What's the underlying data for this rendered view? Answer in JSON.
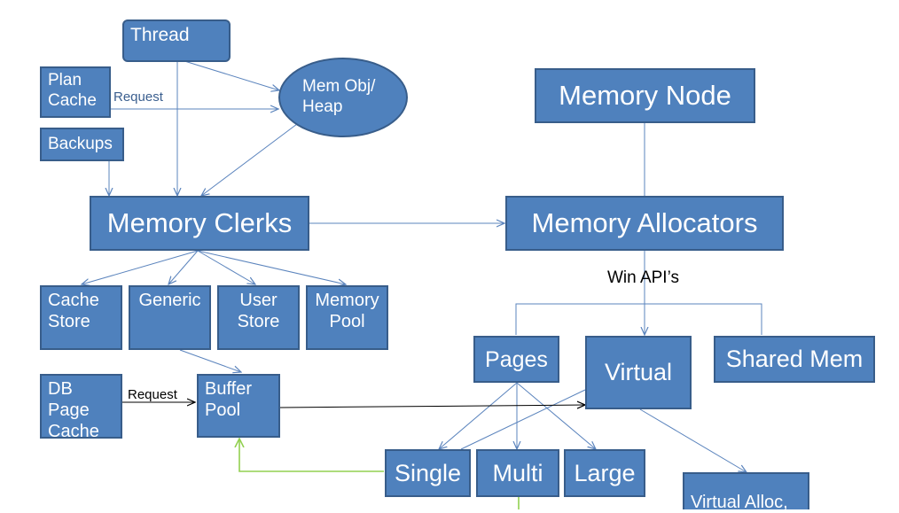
{
  "nodes": {
    "thread": "Thread",
    "mem_obj_heap": "Mem Obj/ Heap",
    "plan_cache": "Plan Cache",
    "backups": "Backups",
    "memory_node": "Memory Node",
    "memory_clerks": "Memory Clerks",
    "memory_allocators": "Memory Allocators",
    "cache_store": "Cache Store",
    "generic": "Generic",
    "user_store": "User Store",
    "memory_pool": "Memory Pool",
    "pages": "Pages",
    "virtual": "Virtual",
    "shared_mem": "Shared Mem",
    "db_page_cache": "DB Page Cache",
    "buffer_pool": "Buffer Pool",
    "single": "Single",
    "multi": "Multi",
    "large": "Large",
    "virtual_alloc": "Virtual Alloc,"
  },
  "edge_labels": {
    "request_plan": "Request",
    "win_apis": "Win API’s",
    "request_db": "Request"
  },
  "colors": {
    "node_fill": "#4f81bd",
    "node_border": "#385d8a",
    "arrow_blue": "#5b84bd",
    "arrow_green": "#92d050",
    "arrow_black": "#000000"
  }
}
